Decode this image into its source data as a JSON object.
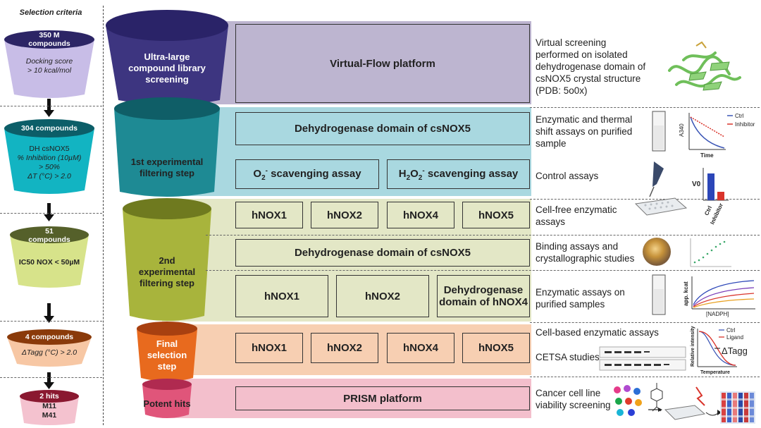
{
  "left": {
    "title": "Selection criteria",
    "cups": [
      {
        "head": "350 M",
        "head2": "compounds",
        "lines": [
          "Docking score",
          "> 10 kcal/mol"
        ]
      },
      {
        "head": "304 compounds",
        "lines": [
          "DH csNOX5",
          "% Inhibition (10µM)",
          "> 50%",
          "ΔT (°C) > 2.0"
        ]
      },
      {
        "head": "51",
        "head2": "compounds",
        "lines": [
          "IC50 NOX < 50µM"
        ]
      },
      {
        "head": "4 compounds",
        "lines": [
          "ΔTagg (°C) > 2.0"
        ]
      },
      {
        "head": "2 hits",
        "lines": [
          "M11",
          "M41"
        ]
      }
    ]
  },
  "funnel": {
    "stage1": "Ultra-large compound library screening",
    "stage2": "1st experimental filtering step",
    "stage3": "2nd experimental filtering step",
    "stage4": "Final selection step",
    "stage5": "Potent hits"
  },
  "boxes": {
    "virtual_flow": "Virtual-Flow platform",
    "dh_csnox5_a": "Dehydrogenase domain of csNOX5",
    "o2_assay": "O2- scavenging assay",
    "h2o2_assay": "H2O2- scavenging assay",
    "r3": [
      "hNOX1",
      "hNOX2",
      "hNOX4",
      "hNOX5"
    ],
    "dh_csnox5_b": "Dehydrogenase domain of csNOX5",
    "r5": [
      "hNOX1",
      "hNOX2",
      "Dehydrogenase domain of hNOX4"
    ],
    "r6": [
      "hNOX1",
      "hNOX2",
      "hNOX4",
      "hNOX5"
    ],
    "prism": "PRISM platform"
  },
  "descriptions": {
    "d1": "Virtual screening performed on isolated dehydrogenase domain of csNOX5 crystal structure (PDB: 5o0x)",
    "d2": "Enzymatic and thermal shift assays on purified sample",
    "d3": "Control assays",
    "d4": "Cell-free enzymatic assays",
    "d5": "Binding assays and crystallographic studies",
    "d6": "Enzymatic assays on purified samples",
    "d7a": "Cell-based enzymatic assays",
    "d7b": "CETSA studies",
    "d8": "Cancer cell line viability screening"
  },
  "insets": {
    "kinetics_legend": [
      "Ctrl",
      "Inhibitor"
    ],
    "kinetics_ylabel": "A340",
    "kinetics_xlabel": "Time",
    "bar_ylabel": "V0",
    "bar_cats": [
      "Ctrl",
      "Inhibitor"
    ],
    "mm_ylabel": "app. kcat",
    "mm_xlabel": "[NADPH]",
    "melt_legend": [
      "Ctrl",
      "Ligand"
    ],
    "melt_ylabel": "Relative intensity",
    "melt_xlabel": "Temperature",
    "melt_delta": "ΔTagg"
  },
  "colors": {
    "stage1": "#3d3580",
    "stage2": "#1e8a94",
    "stage3": "#a8b43c",
    "stage4": "#e86a1e",
    "stage5": "#e0557a",
    "band1": "#bdb5d0",
    "band2": "#a9d8e0",
    "band3": "#e3e7c6",
    "band4": "#f7cfb2",
    "band5": "#f3bfcc"
  }
}
